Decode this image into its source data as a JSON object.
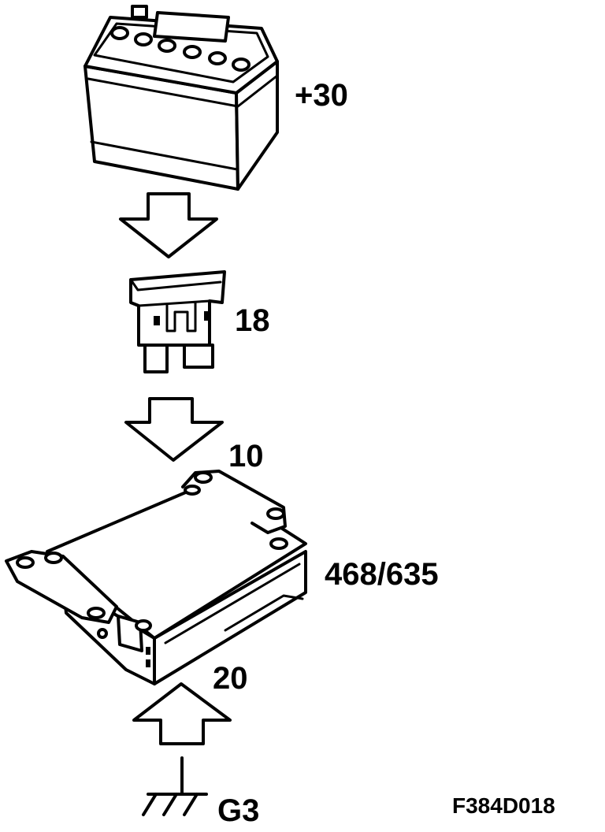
{
  "labels": {
    "battery_terminal": "+30",
    "fuse": "18",
    "module_input_pin": "10",
    "module": "468/635",
    "module_ground_pin": "20",
    "ground_point": "G3",
    "figure_reference": "F384D018"
  },
  "icons": [
    "battery-icon",
    "fuse-icon",
    "control-module-icon",
    "ground-symbol-icon",
    "arrow-down-icon",
    "arrow-up-icon"
  ]
}
